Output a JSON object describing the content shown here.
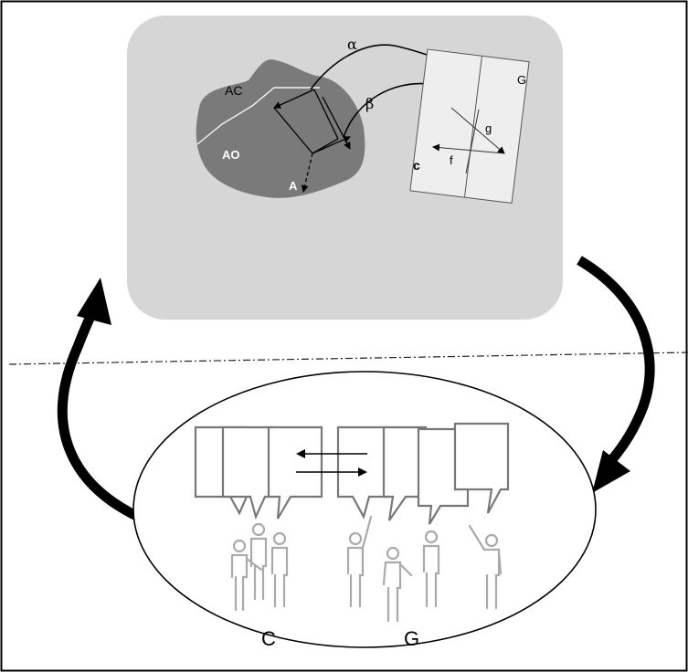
{
  "labels": {
    "ac": "AC",
    "ao": "AO",
    "a": "A",
    "alpha": "α",
    "beta": "β",
    "g_upper": "G",
    "c_lower": "c",
    "g_lower": "g",
    "f_lower": "f",
    "group_c": "C",
    "group_g": "G"
  },
  "colors": {
    "panel": "#d6d6d6",
    "region": "#7a7a7a",
    "card": "#eeeeee",
    "stroke": "#000000",
    "people": "#b0b0b0"
  }
}
